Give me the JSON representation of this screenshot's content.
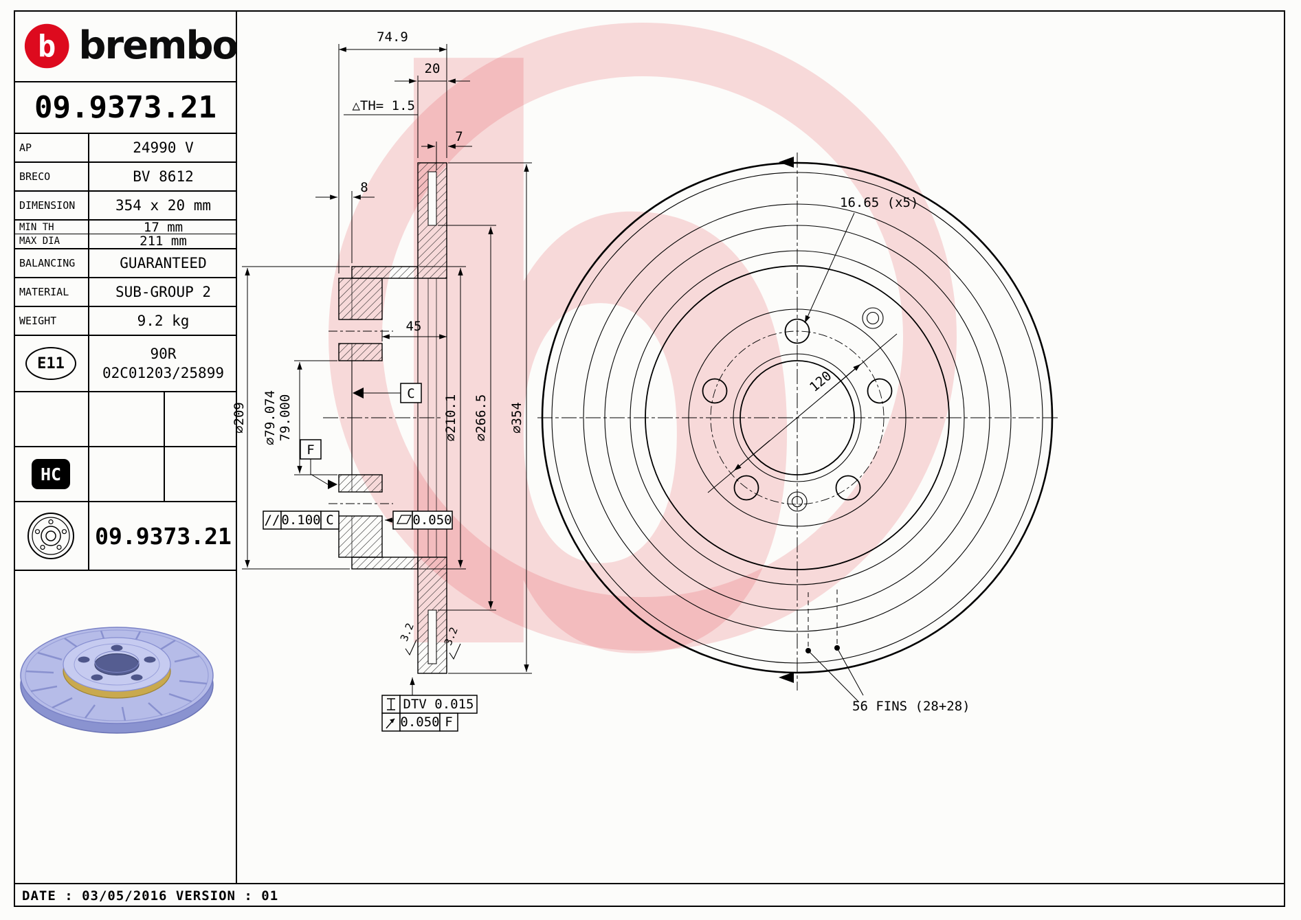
{
  "brand": {
    "wordmark": "brembo",
    "logo_letter": "b",
    "red": "#dd0a1e"
  },
  "part_number": "09.9373.21",
  "spec_table": {
    "rows": [
      {
        "label": "AP",
        "value": "24990 V"
      },
      {
        "label": "BRECO",
        "value": "BV 8612"
      },
      {
        "label": "DIMENSION",
        "value": "354 x 20 mm"
      },
      {
        "label": "MIN TH",
        "value": "17 mm"
      },
      {
        "label": "MAX DIA",
        "value": "211 mm"
      },
      {
        "label": "BALANCING",
        "value": "GUARANTEED"
      },
      {
        "label": "MATERIAL",
        "value": "SUB-GROUP 2"
      },
      {
        "label": "WEIGHT",
        "value": "9.2 kg"
      }
    ],
    "homologation": {
      "badge": "E11",
      "line1": "90R",
      "line2": "02C01203/25899"
    },
    "hc_badge": "HC",
    "catalog_number": "09.9373.21"
  },
  "footer": {
    "text": "DATE : 03/05/2016 VERSION : 01"
  },
  "section_view": {
    "dims": {
      "overall_width": "74.9",
      "disc_thickness": "20",
      "min_th_note": "△TH= 1.5",
      "plate_thickness": "7",
      "hat_wall": "8",
      "inner_depth": "45",
      "hat_od": "⌀209",
      "bore_upper": "⌀79.074",
      "bore_lower": "79.000",
      "ring_id": "⌀210.1",
      "vent_id": "⌀266.5",
      "outer_dia": "⌀354"
    },
    "tolerances": {
      "parallelism_symbol": "//",
      "parallelism": "0.100",
      "parallelism_datum": "C",
      "flatness": "0.050",
      "dtv": "DTV 0.015",
      "runout": "0.050",
      "runout_datum": "F",
      "datum_c": "C",
      "datum_f": "F",
      "roughness_1": "3.2",
      "roughness_2": "3.2"
    }
  },
  "front_view": {
    "bolt_hole_dia": "16.65 (x5)",
    "bolt_circle": "120",
    "fins": "56 FINS (28+28)"
  }
}
